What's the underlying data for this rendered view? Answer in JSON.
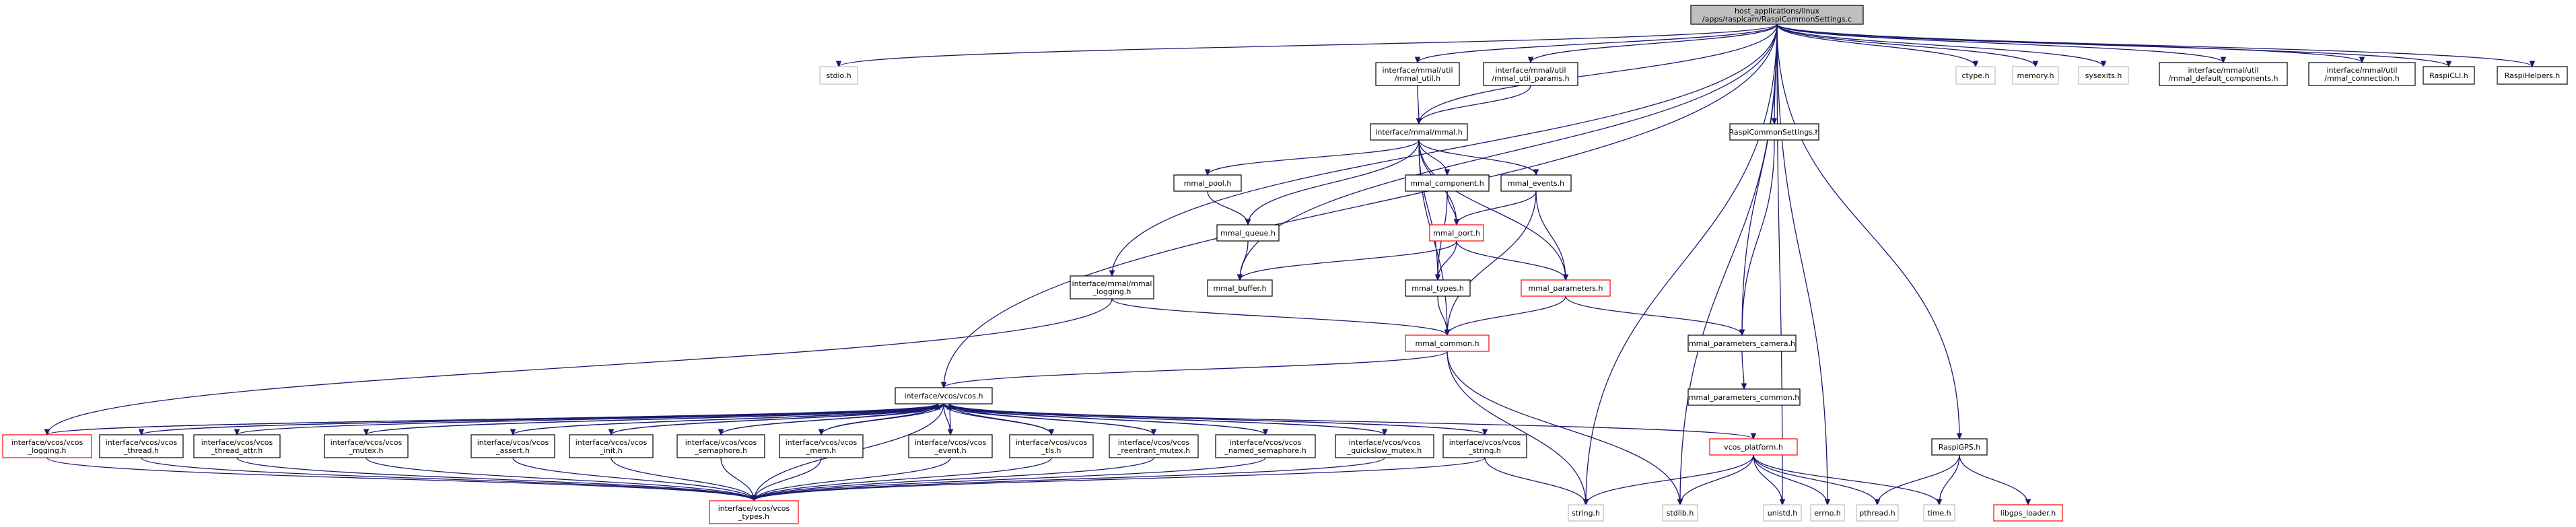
{
  "colors": {
    "edge": "#191970",
    "root_fill": "#bfbfbf",
    "normal_border": "#000000",
    "truncated_border": "#ff0000",
    "external_border": "#bfbfbf",
    "text": "#000000"
  },
  "nodes": [
    {
      "id": "root",
      "lines": [
        "host_applications/linux",
        "/apps/raspicam/RaspiCommonSettings.c"
      ],
      "style": "root"
    },
    {
      "id": "stdio",
      "lines": [
        "stdio.h"
      ],
      "style": "external"
    },
    {
      "id": "mmal_util",
      "lines": [
        "interface/mmal/util",
        "/mmal_util.h"
      ],
      "style": "normal"
    },
    {
      "id": "mmal_util_params",
      "lines": [
        "interface/mmal/util",
        "/mmal_util_params.h"
      ],
      "style": "normal"
    },
    {
      "id": "ctype",
      "lines": [
        "ctype.h"
      ],
      "style": "external"
    },
    {
      "id": "memory",
      "lines": [
        "memory.h"
      ],
      "style": "external"
    },
    {
      "id": "sysexits",
      "lines": [
        "sysexits.h"
      ],
      "style": "external"
    },
    {
      "id": "mmal_default_components",
      "lines": [
        "interface/mmal/util",
        "/mmal_default_components.h"
      ],
      "style": "normal"
    },
    {
      "id": "mmal_connection",
      "lines": [
        "interface/mmal/util",
        "/mmal_connection.h"
      ],
      "style": "normal"
    },
    {
      "id": "raspicli",
      "lines": [
        "RaspiCLI.h"
      ],
      "style": "normal"
    },
    {
      "id": "raspihelpers",
      "lines": [
        "RaspiHelpers.h"
      ],
      "style": "normal"
    },
    {
      "id": "mmal",
      "lines": [
        "interface/mmal/mmal.h"
      ],
      "style": "normal"
    },
    {
      "id": "raspicommonsettings_h",
      "lines": [
        "RaspiCommonSettings.h"
      ],
      "style": "normal"
    },
    {
      "id": "mmal_pool",
      "lines": [
        "mmal_pool.h"
      ],
      "style": "normal"
    },
    {
      "id": "mmal_component",
      "lines": [
        "mmal_component.h"
      ],
      "style": "normal"
    },
    {
      "id": "mmal_events",
      "lines": [
        "mmal_events.h"
      ],
      "style": "normal"
    },
    {
      "id": "mmal_queue",
      "lines": [
        "mmal_queue.h"
      ],
      "style": "normal"
    },
    {
      "id": "mmal_port",
      "lines": [
        "mmal_port.h"
      ],
      "style": "truncated"
    },
    {
      "id": "mmal_logging",
      "lines": [
        "interface/mmal/mmal",
        "_logging.h"
      ],
      "style": "normal"
    },
    {
      "id": "mmal_buffer",
      "lines": [
        "mmal_buffer.h"
      ],
      "style": "normal"
    },
    {
      "id": "mmal_types",
      "lines": [
        "mmal_types.h"
      ],
      "style": "normal"
    },
    {
      "id": "mmal_parameters",
      "lines": [
        "mmal_parameters.h"
      ],
      "style": "truncated"
    },
    {
      "id": "mmal_common",
      "lines": [
        "mmal_common.h"
      ],
      "style": "truncated"
    },
    {
      "id": "mmal_parameters_camera",
      "lines": [
        "mmal_parameters_camera.h"
      ],
      "style": "normal"
    },
    {
      "id": "mmal_parameters_common",
      "lines": [
        "mmal_parameters_common.h"
      ],
      "style": "normal"
    },
    {
      "id": "vcos",
      "lines": [
        "interface/vcos/vcos.h"
      ],
      "style": "normal"
    },
    {
      "id": "vcos_logging",
      "lines": [
        "interface/vcos/vcos",
        "_logging.h"
      ],
      "style": "truncated"
    },
    {
      "id": "vcos_thread",
      "lines": [
        "interface/vcos/vcos",
        "_thread.h"
      ],
      "style": "normal"
    },
    {
      "id": "vcos_thread_attr",
      "lines": [
        "interface/vcos/vcos",
        "_thread_attr.h"
      ],
      "style": "normal"
    },
    {
      "id": "vcos_mutex",
      "lines": [
        "interface/vcos/vcos",
        "_mutex.h"
      ],
      "style": "normal"
    },
    {
      "id": "vcos_assert",
      "lines": [
        "interface/vcos/vcos",
        "_assert.h"
      ],
      "style": "normal"
    },
    {
      "id": "vcos_init",
      "lines": [
        "interface/vcos/vcos",
        "_init.h"
      ],
      "style": "normal"
    },
    {
      "id": "vcos_semaphore",
      "lines": [
        "interface/vcos/vcos",
        "_semaphore.h"
      ],
      "style": "normal"
    },
    {
      "id": "vcos_mem",
      "lines": [
        "interface/vcos/vcos",
        "_mem.h"
      ],
      "style": "normal"
    },
    {
      "id": "vcos_event",
      "lines": [
        "interface/vcos/vcos",
        "_event.h"
      ],
      "style": "normal"
    },
    {
      "id": "vcos_tls",
      "lines": [
        "interface/vcos/vcos",
        "_tls.h"
      ],
      "style": "normal"
    },
    {
      "id": "vcos_reentrant_mutex",
      "lines": [
        "interface/vcos/vcos",
        "_reentrant_mutex.h"
      ],
      "style": "normal"
    },
    {
      "id": "vcos_named_semaphore",
      "lines": [
        "interface/vcos/vcos",
        "_named_semaphore.h"
      ],
      "style": "normal"
    },
    {
      "id": "vcos_quickslow_mutex",
      "lines": [
        "interface/vcos/vcos",
        "_quickslow_mutex.h"
      ],
      "style": "normal"
    },
    {
      "id": "vcos_string",
      "lines": [
        "interface/vcos/vcos",
        "_string.h"
      ],
      "style": "normal"
    },
    {
      "id": "vcos_platform",
      "lines": [
        "vcos_platform.h"
      ],
      "style": "truncated"
    },
    {
      "id": "vcos_types",
      "lines": [
        "interface/vcos/vcos",
        "_types.h"
      ],
      "style": "truncated"
    },
    {
      "id": "string",
      "lines": [
        "string.h"
      ],
      "style": "external"
    },
    {
      "id": "stdlib",
      "lines": [
        "stdlib.h"
      ],
      "style": "external"
    },
    {
      "id": "unistd",
      "lines": [
        "unistd.h"
      ],
      "style": "external"
    },
    {
      "id": "errno",
      "lines": [
        "errno.h"
      ],
      "style": "external"
    },
    {
      "id": "pthread",
      "lines": [
        "pthread.h"
      ],
      "style": "external"
    },
    {
      "id": "time",
      "lines": [
        "time.h"
      ],
      "style": "external"
    },
    {
      "id": "raspigps",
      "lines": [
        "RaspiGPS.h"
      ],
      "style": "normal"
    },
    {
      "id": "libgps_loader",
      "lines": [
        "libgps_loader.h"
      ],
      "style": "truncated"
    }
  ],
  "edges": [
    [
      "root",
      "stdio"
    ],
    [
      "root",
      "mmal_util"
    ],
    [
      "root",
      "mmal_util_params"
    ],
    [
      "root",
      "ctype"
    ],
    [
      "root",
      "memory"
    ],
    [
      "root",
      "sysexits"
    ],
    [
      "root",
      "mmal_default_components"
    ],
    [
      "root",
      "mmal_connection"
    ],
    [
      "root",
      "raspicli"
    ],
    [
      "root",
      "raspihelpers"
    ],
    [
      "root",
      "mmal"
    ],
    [
      "root",
      "raspicommonsettings_h"
    ],
    [
      "root",
      "vcos"
    ],
    [
      "root",
      "mmal_logging"
    ],
    [
      "root",
      "mmal_buffer"
    ],
    [
      "root",
      "mmal_parameters_camera"
    ],
    [
      "root",
      "string"
    ],
    [
      "root",
      "stdlib"
    ],
    [
      "root",
      "unistd"
    ],
    [
      "root",
      "errno"
    ],
    [
      "root",
      "raspigps"
    ],
    [
      "mmal_util",
      "mmal"
    ],
    [
      "mmal_util_params",
      "mmal"
    ],
    [
      "mmal",
      "mmal_pool"
    ],
    [
      "mmal",
      "mmal_component"
    ],
    [
      "mmal",
      "mmal_events"
    ],
    [
      "mmal",
      "mmal_queue"
    ],
    [
      "mmal",
      "mmal_port"
    ],
    [
      "mmal",
      "mmal_types"
    ],
    [
      "mmal",
      "mmal_parameters"
    ],
    [
      "mmal",
      "mmal_common"
    ],
    [
      "mmal_pool",
      "mmal_queue"
    ],
    [
      "mmal_queue",
      "mmal_buffer"
    ],
    [
      "mmal_component",
      "mmal_port"
    ],
    [
      "mmal_component",
      "mmal_types"
    ],
    [
      "mmal_events",
      "mmal_port"
    ],
    [
      "mmal_events",
      "mmal_parameters"
    ],
    [
      "mmal_events",
      "mmal_common"
    ],
    [
      "mmal_port",
      "mmal_buffer"
    ],
    [
      "mmal_port",
      "mmal_types"
    ],
    [
      "mmal_port",
      "mmal_parameters"
    ],
    [
      "mmal_types",
      "mmal_common"
    ],
    [
      "mmal_parameters",
      "mmal_common"
    ],
    [
      "mmal_parameters",
      "mmal_parameters_camera"
    ],
    [
      "raspicommonsettings_h",
      "mmal_parameters_camera"
    ],
    [
      "mmal_parameters_camera",
      "mmal_parameters_common"
    ],
    [
      "mmal_logging",
      "mmal_common"
    ],
    [
      "mmal_logging",
      "vcos_logging"
    ],
    [
      "mmal_common",
      "vcos"
    ],
    [
      "mmal_common",
      "string"
    ],
    [
      "mmal_common",
      "stdlib"
    ],
    [
      "vcos",
      "vcos_logging"
    ],
    [
      "vcos",
      "vcos_thread"
    ],
    [
      "vcos",
      "vcos_thread_attr"
    ],
    [
      "vcos",
      "vcos_mutex"
    ],
    [
      "vcos",
      "vcos_assert"
    ],
    [
      "vcos",
      "vcos_init"
    ],
    [
      "vcos",
      "vcos_semaphore"
    ],
    [
      "vcos",
      "vcos_mem"
    ],
    [
      "vcos",
      "vcos_event"
    ],
    [
      "vcos",
      "vcos_tls"
    ],
    [
      "vcos",
      "vcos_reentrant_mutex"
    ],
    [
      "vcos",
      "vcos_named_semaphore"
    ],
    [
      "vcos",
      "vcos_quickslow_mutex"
    ],
    [
      "vcos",
      "vcos_string"
    ],
    [
      "vcos",
      "vcos_platform"
    ],
    [
      "vcos",
      "vcos_types"
    ],
    [
      "vcos_logging",
      "vcos"
    ],
    [
      "vcos_thread",
      "vcos"
    ],
    [
      "vcos_mutex",
      "vcos"
    ],
    [
      "vcos_assert",
      "vcos"
    ],
    [
      "vcos_init",
      "vcos"
    ],
    [
      "vcos_semaphore",
      "vcos"
    ],
    [
      "vcos_mem",
      "vcos"
    ],
    [
      "vcos_event",
      "vcos"
    ],
    [
      "vcos_tls",
      "vcos"
    ],
    [
      "vcos_reentrant_mutex",
      "vcos"
    ],
    [
      "vcos_named_semaphore",
      "vcos"
    ],
    [
      "vcos_quickslow_mutex",
      "vcos"
    ],
    [
      "vcos_string",
      "vcos"
    ],
    [
      "vcos_logging",
      "vcos_types"
    ],
    [
      "vcos_thread",
      "vcos_types"
    ],
    [
      "vcos_thread_attr",
      "vcos_types"
    ],
    [
      "vcos_mutex",
      "vcos_types"
    ],
    [
      "vcos_assert",
      "vcos_types"
    ],
    [
      "vcos_init",
      "vcos_types"
    ],
    [
      "vcos_semaphore",
      "vcos_types"
    ],
    [
      "vcos_mem",
      "vcos_types"
    ],
    [
      "vcos_event",
      "vcos_types"
    ],
    [
      "vcos_tls",
      "vcos_types"
    ],
    [
      "vcos_reentrant_mutex",
      "vcos_types"
    ],
    [
      "vcos_named_semaphore",
      "vcos_types"
    ],
    [
      "vcos_quickslow_mutex",
      "vcos_types"
    ],
    [
      "vcos_string",
      "vcos_types"
    ],
    [
      "vcos_string",
      "string"
    ],
    [
      "vcos_platform",
      "string"
    ],
    [
      "vcos_platform",
      "stdlib"
    ],
    [
      "vcos_platform",
      "unistd"
    ],
    [
      "vcos_platform",
      "errno"
    ],
    [
      "vcos_platform",
      "pthread"
    ],
    [
      "vcos_platform",
      "time"
    ],
    [
      "raspigps",
      "pthread"
    ],
    [
      "raspigps",
      "time"
    ],
    [
      "raspigps",
      "libgps_loader"
    ]
  ]
}
